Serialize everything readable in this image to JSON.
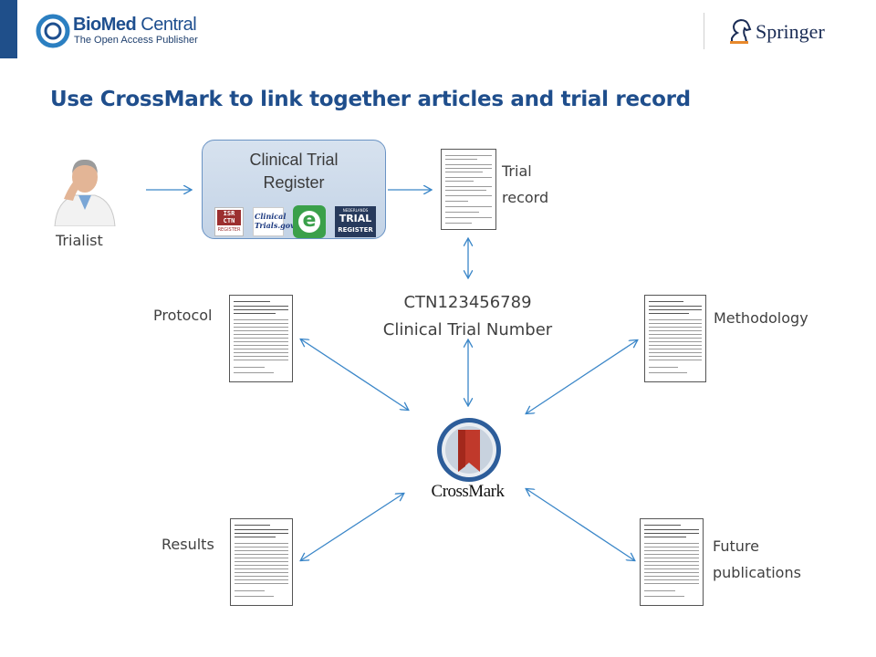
{
  "header": {
    "publisher_brand_bold": "BioMed",
    "publisher_brand_light": " Central",
    "publisher_tagline": "The Open Access Publisher",
    "partner_name": "Springer"
  },
  "title": "Use CrossMark to link together articles and trial record",
  "register": {
    "title_line1": "Clinical Trial",
    "title_line2": "Register",
    "logos": [
      {
        "name": "isrctn-logo",
        "lines": [
          "ISR",
          "CTN",
          "REGISTER"
        ],
        "color": "#9c2f2f"
      },
      {
        "name": "clinicaltrials-gov-logo",
        "lines": [
          "Clinical",
          "Trials.gov"
        ],
        "color": "#1d3a80"
      },
      {
        "name": "eu-ctr-logo",
        "lines": [
          "e"
        ],
        "color": "#3aa04a"
      },
      {
        "name": "nederlands-trial-register-logo",
        "lines": [
          "NEDERLANDS",
          "TRIAL",
          "REGISTER"
        ],
        "color": "#273a5c"
      }
    ]
  },
  "labels": {
    "trialist": "Trialist",
    "trial_record_line1": "Trial",
    "trial_record_line2": "record",
    "protocol": "Protocol",
    "methodology": "Methodology",
    "results": "Results",
    "future_line1": "Future",
    "future_line2": "publications"
  },
  "trial_number": {
    "id": "CTN123456789",
    "caption": "Clinical Trial Number"
  },
  "crossmark": {
    "label": "CrossMark"
  },
  "colors": {
    "title": "#1f4e8c",
    "arrow": "#3a86c8",
    "crossmark_ring": "#2d5d9a",
    "crossmark_ribbon": "#c0392b"
  }
}
